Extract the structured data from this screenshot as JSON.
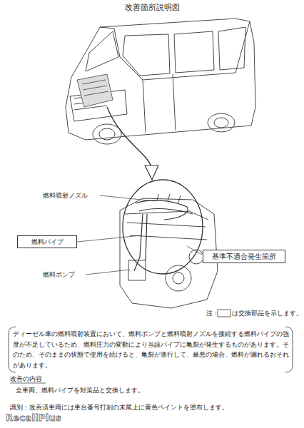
{
  "diagram": {
    "title": "改善箇所説明図",
    "nodes": [
      {
        "text": [
          "燃料パイプ"
        ]
      },
      {
        "text": [
          "基準不適合発生箇所"
        ]
      },
      {
        "text": [
          "ディーゼル車の燃料噴射装置において、燃料ポンプと燃料噴射ノズルを接続する燃料パイプの強度が不足しているため、燃料圧力の変動により当該パイプに亀裂が発生するものがあります。そのため、そのままの状態で使用を続けると、亀裂が進行して、最悪の場合、燃料が漏れるおそれがあります。"
        ]
      }
    ],
    "labels": [
      "燃料噴射ノズル",
      "燃料ポンプ",
      "注：",
      "は交換部品を示します。",
      "改善の内容",
      "全車両、燃料パイプを対策品と交換します。",
      "識別：改善済車両には車台番号打刻の末尾上に黄色ペイントを塗布します。",
      "RecallPlus"
    ]
  }
}
